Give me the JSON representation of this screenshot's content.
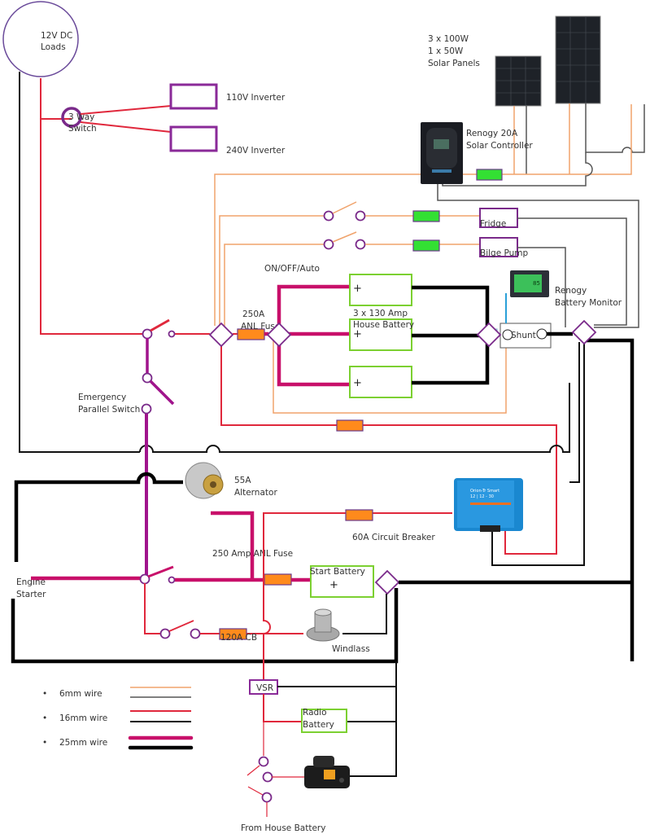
{
  "title": "Boat 12V DC Electrical Wiring Diagram",
  "components": {
    "dc_loads": {
      "line1": "12V DC",
      "line2": "Loads"
    },
    "three_way_switch": {
      "line1": "3 Way",
      "line2": "Switch"
    },
    "inverter_110": "110V Inverter",
    "inverter_240": "240V Inverter",
    "solar_panels": {
      "line1": "3 x 100W",
      "line2": "1 x 50W",
      "line3": "Solar Panels"
    },
    "solar_controller": {
      "line1": "Renogy 20A",
      "line2": "Solar Controller"
    },
    "fridge": "Fridge",
    "bilge_pump": "Bilge Pump",
    "bilge_switch_mode": "ON/OFF/Auto",
    "house_fuse": {
      "line1": "250A",
      "line2": "ANL Fuse"
    },
    "house_battery": {
      "line1": "3 x 130 Amp",
      "line2": "House Battery"
    },
    "battery_plus": "+",
    "shunt": "Shunt",
    "battery_monitor": {
      "line1": "Renogy",
      "line2": "Battery Monitor"
    },
    "emergency_switch": {
      "line1": "Emergency",
      "line2": "Parallel Switch"
    },
    "alternator": {
      "line1": "55A",
      "line2": "Alternator"
    },
    "circuit_breaker_60": "60A Circuit Breaker",
    "start_fuse": "250 Amp ANL Fuse",
    "engine_starter": {
      "line1": "Engine",
      "line2": "Starter"
    },
    "start_battery": "Start Battery",
    "windlass_cb": "120A CB",
    "windlass": "Windlass",
    "vsr": "VSR",
    "radio_battery": {
      "line1": "Radio",
      "line2": "Battery"
    },
    "from_house": "From House Battery",
    "dcdc_charger": {
      "line1": "Orion-Tr Smart",
      "line2": "12 | 12 - 30"
    },
    "monitor_display": "85"
  },
  "legend": {
    "items": [
      {
        "bullet": "•",
        "label": "6mm wire",
        "colors": [
          "#f0a36c",
          "#555555"
        ]
      },
      {
        "bullet": "•",
        "label": "16mm wire",
        "colors": [
          "#e0283c",
          "#111111"
        ]
      },
      {
        "bullet": "•",
        "label": "25mm wire",
        "colors": [
          "#c8106a",
          "#000000"
        ]
      }
    ]
  },
  "colors": {
    "wire_6mm_positive": "#f0a36c",
    "wire_6mm_negative": "#555555",
    "wire_16mm_positive": "#e0283c",
    "wire_16mm_negative": "#111111",
    "wire_25mm_positive": "#c8106a",
    "wire_25mm_negative": "#000000",
    "battery_outline": "#7cd031",
    "fuse": "#ff8a1c",
    "blade_fuse": "#33e033",
    "terminal": "#7a2a8a"
  }
}
